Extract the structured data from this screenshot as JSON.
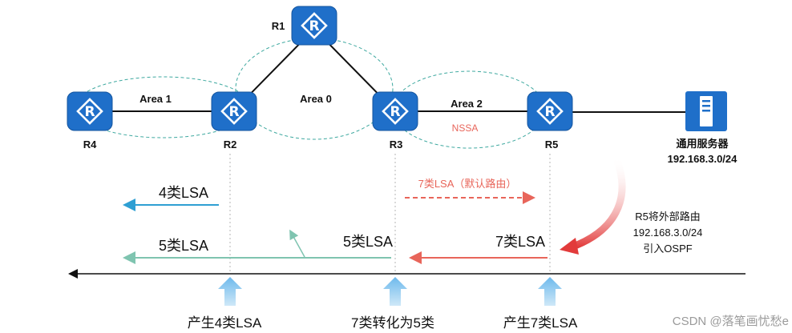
{
  "routers": {
    "r1": "R1",
    "r2": "R2",
    "r3": "R3",
    "r4": "R4",
    "r5": "R5"
  },
  "areas": {
    "area1": "Area 1",
    "area0": "Area 0",
    "area2": "Area 2",
    "nssa": "NSSA"
  },
  "server": {
    "name": "通用服务器",
    "network": "192.168.3.0/24"
  },
  "lsa": {
    "type4": "4类LSA",
    "type7_default": "7类LSA（默认路由）",
    "type5_left": "5类LSA",
    "type5_mid": "5类LSA",
    "type7": "7类LSA"
  },
  "annotation": {
    "line1": "R5将外部路由",
    "line2": "192.168.3.0/24",
    "line3": "引入OSPF"
  },
  "bottom": {
    "gen4": "产生4类LSA",
    "convert": "7类转化为5类",
    "gen7": "产生7类LSA"
  },
  "watermark": "CSDN @落笔画忧愁e",
  "colors": {
    "router": "#1F6FC9",
    "lsa4": "#2E9FD3",
    "lsa5": "#7FC4B0",
    "lsa7": "#E8655A",
    "ellipse": "#3FA9A0",
    "upArrow": "#8FCBEF"
  }
}
